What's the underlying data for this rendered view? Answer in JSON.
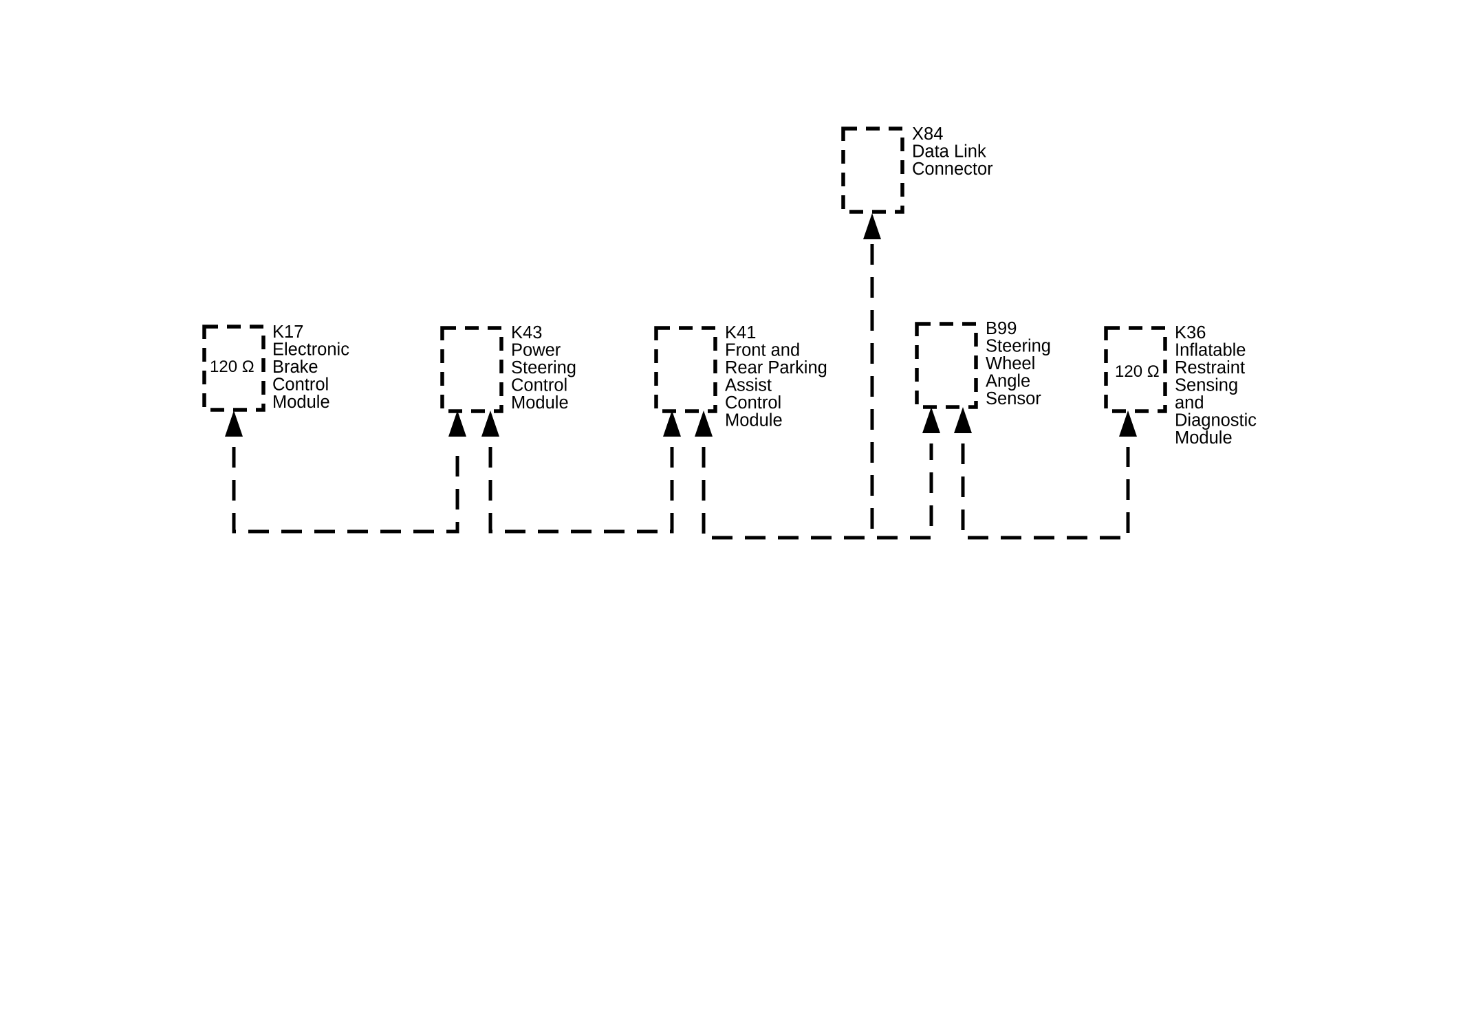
{
  "modules": [
    {
      "id": "k17",
      "lines": [
        "K17",
        "Electronic",
        "Brake",
        "Control",
        "Module"
      ],
      "resistor": "120 Ω"
    },
    {
      "id": "k43",
      "lines": [
        "K43",
        "Power",
        "Steering",
        "Control",
        "Module"
      ],
      "resistor": ""
    },
    {
      "id": "k41",
      "lines": [
        "K41",
        "Front and",
        "Rear Parking",
        "Assist",
        "Control",
        "Module"
      ],
      "resistor": ""
    },
    {
      "id": "x84",
      "lines": [
        "X84",
        "Data Link",
        "Connector"
      ],
      "resistor": ""
    },
    {
      "id": "b99",
      "lines": [
        "B99",
        "Steering",
        "Wheel",
        "Angle",
        "Sensor"
      ],
      "resistor": ""
    },
    {
      "id": "k36",
      "lines": [
        "K36",
        "Inflatable",
        "Restraint",
        "Sensing",
        "and",
        "Diagnostic",
        "Module"
      ],
      "resistor": "120 Ω"
    }
  ],
  "colors": {
    "line": "#000000",
    "background": "#ffffff"
  }
}
